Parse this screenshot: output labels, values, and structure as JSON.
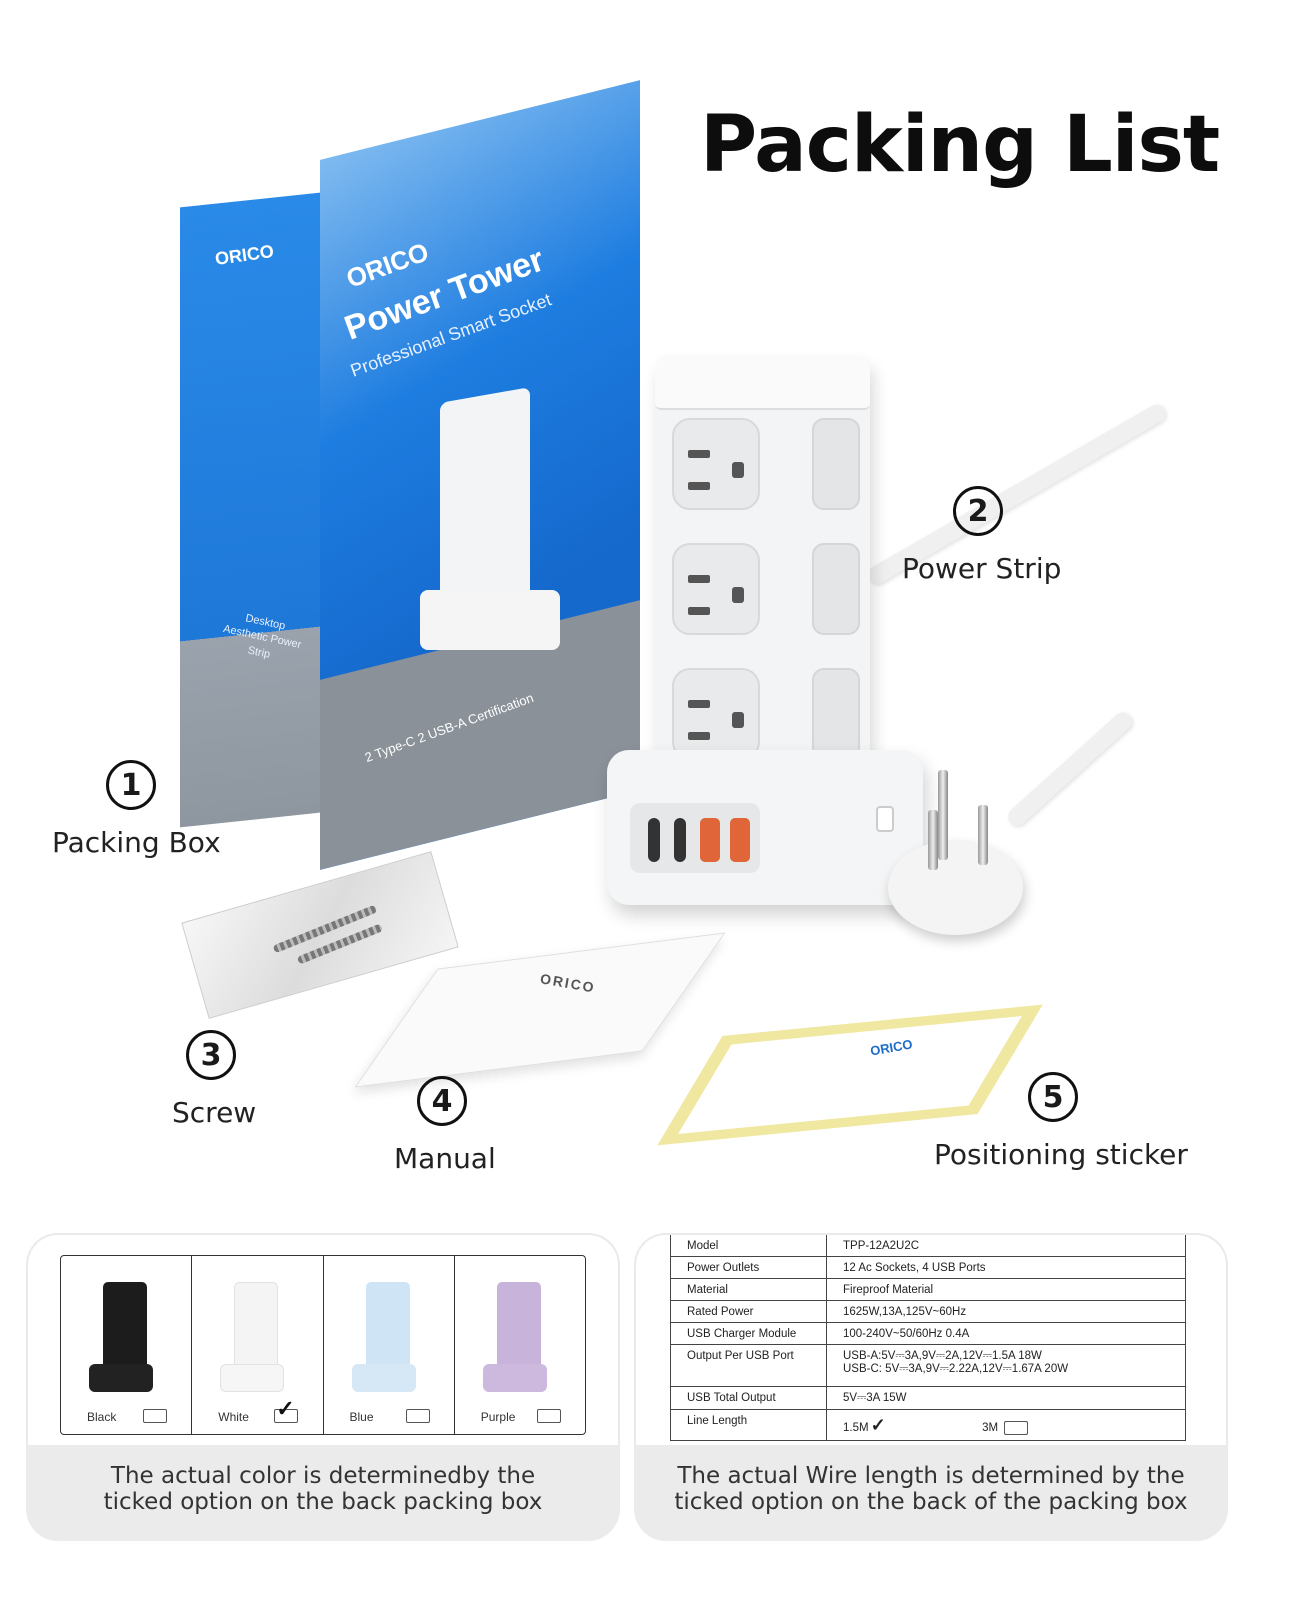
{
  "page_title": "Packing List",
  "items": [
    {
      "number": "1",
      "label": "Packing Box"
    },
    {
      "number": "2",
      "label": "Power Strip"
    },
    {
      "number": "3",
      "label": "Screw"
    },
    {
      "number": "4",
      "label": "Manual"
    },
    {
      "number": "5",
      "label": "Positioning sticker"
    }
  ],
  "box": {
    "brand": "ORICO",
    "product_title": "Power Tower",
    "product_subtitle": "Professional Smart Socket",
    "side_text": "Desktop Aesthetic Power Strip",
    "badges": "2 Type-C    2 USB-A    Certification"
  },
  "manual_brand": "ORICO",
  "sticker_brand": "ORICO",
  "colors": {
    "options": [
      {
        "name": "Black",
        "checked": false,
        "swatch": "#1c1c1c"
      },
      {
        "name": "White",
        "checked": true,
        "swatch": "#f4f4f4"
      },
      {
        "name": "Blue",
        "checked": false,
        "swatch": "#cfe4f5"
      },
      {
        "name": "Purple",
        "checked": false,
        "swatch": "#c8b3da"
      }
    ],
    "tick_mark": "✓",
    "caption": "The actual color is determinedby the ticked option on the back packing box"
  },
  "specs": {
    "rows": [
      {
        "label": "Model",
        "value": "TPP-12A2U2C"
      },
      {
        "label": "Power Outlets",
        "value": "12 Ac Sockets, 4 USB Ports"
      },
      {
        "label": "Material",
        "value": "Fireproof Material"
      },
      {
        "label": "Rated Power",
        "value": "1625W,13A,125V~60Hz"
      },
      {
        "label": "USB Charger Module",
        "value": "100-240V~50/60Hz 0.4A"
      },
      {
        "label": "Output Per USB Port",
        "value": "USB-A:5V⎓3A,9V⎓2A,12V⎓1.5A 18W",
        "value2": "USB-C: 5V⎓3A,9V⎓2.22A,12V⎓1.67A 20W"
      },
      {
        "label": "USB Total Output",
        "value": "5V⎓3A 15W"
      }
    ],
    "line_length_label": "Line Length",
    "line_length_option1": "1.5M",
    "line_length_option2": "3M",
    "caption": "The actual Wire length is determined by the ticked option on the back of the packing box"
  }
}
